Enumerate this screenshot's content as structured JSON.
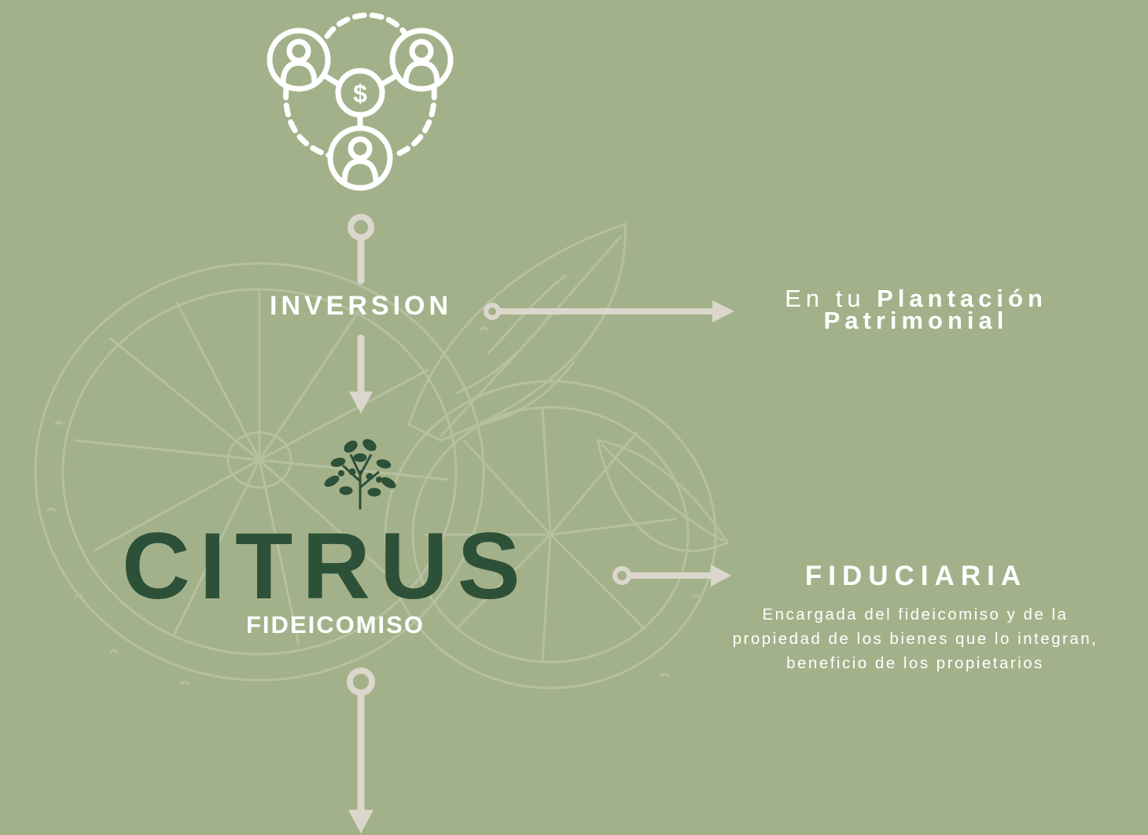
{
  "flow": {
    "inversion_label": "INVERSION",
    "callout_top": {
      "prefix": "En tu",
      "emphasis_line1": "Plantación",
      "emphasis_line2": "Patrimonial"
    },
    "brand": {
      "name": "CITRUS",
      "subtitle": "FIDEICOMISO"
    },
    "fiduciaria": {
      "title": "FIDUCIARIA",
      "description": [
        "Encargada del fideicomiso y de la",
        "propiedad de los bienes que lo integran,",
        "beneficio de los propietarios"
      ]
    }
  },
  "icons": {
    "top": "investors-network-icon",
    "brand": "citrus-tree-icon",
    "background": "citrus-illustration"
  },
  "colors": {
    "background": "#a3b18a",
    "connector": "#dcd7cc",
    "brand_green": "#2d5038",
    "text": "#ffffff"
  }
}
